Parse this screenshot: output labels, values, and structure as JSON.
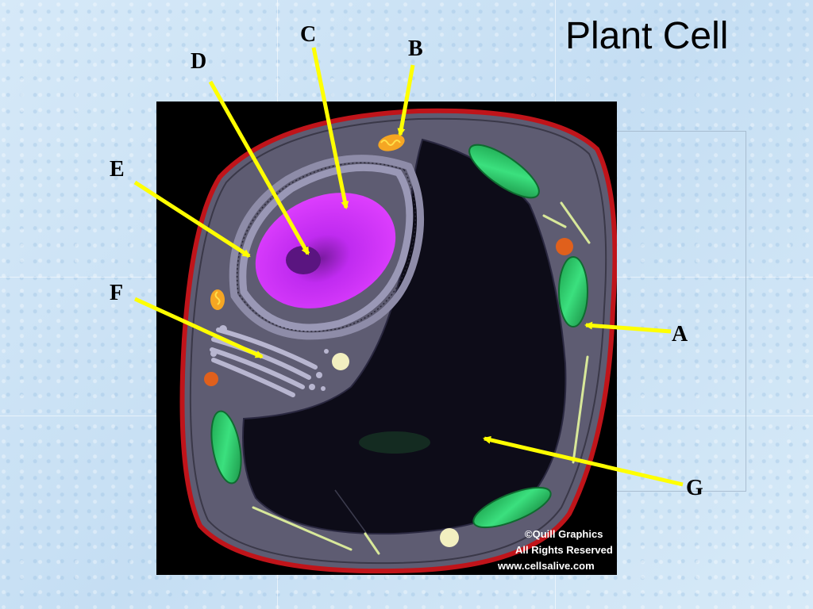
{
  "slide": {
    "title": "Plant Cell"
  },
  "figure": {
    "credit_line_1": "©Quill Graphics",
    "credit_line_2": "All Rights Reserved",
    "credit_line_3": "www.cellsalive.com"
  },
  "labels": {
    "A": "A",
    "B": "B",
    "C": "C",
    "D": "D",
    "E": "E",
    "F": "F",
    "G": "G"
  },
  "colors": {
    "arrow": "#ffff00",
    "cell_wall": "#c0141a",
    "cytoplasm": "#5e5c72",
    "vacuole": "#0d0c18",
    "nucleus": "#c427ff",
    "chloroplast": "#2fd070",
    "background": "#cfe4f6"
  }
}
